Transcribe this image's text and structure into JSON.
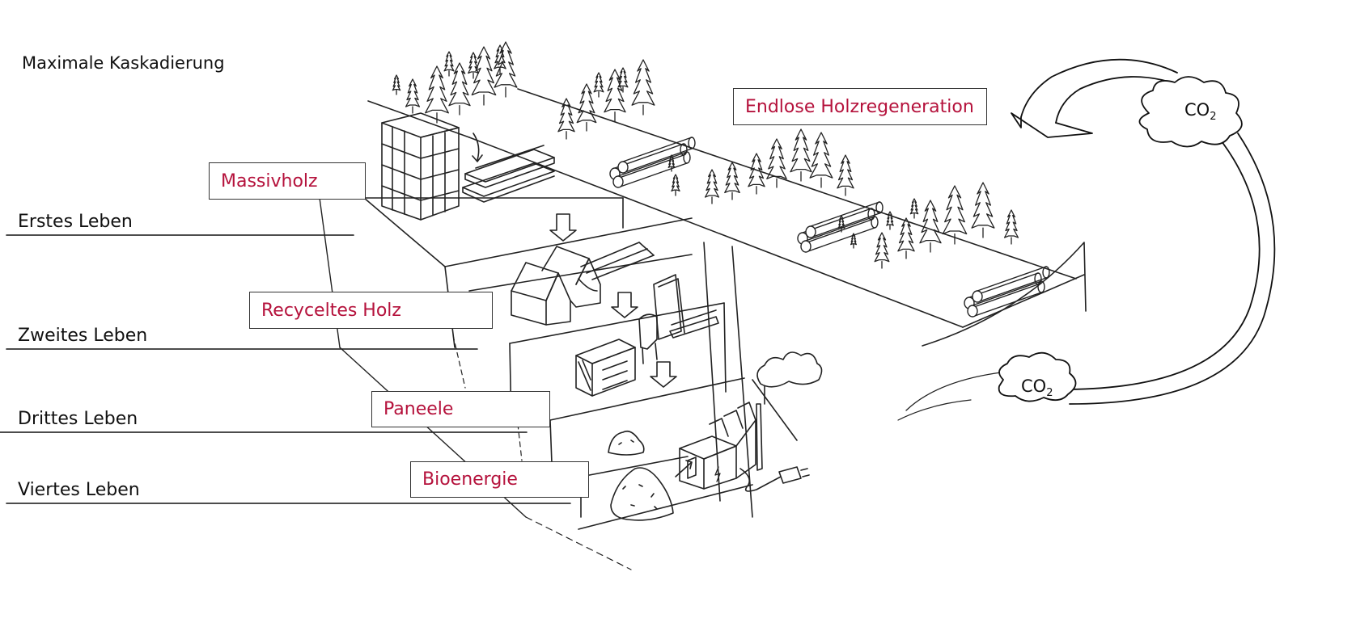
{
  "title": "Maximale Kaskadierung",
  "lives": {
    "first": "Erstes Leben",
    "second": "Zweites Leben",
    "third": "Drittes Leben",
    "fourth": "Viertes Leben"
  },
  "tags": {
    "regeneration": "Endlose Holzregeneration",
    "massivholz": "Massivholz",
    "recycled": "Recyceltes Holz",
    "panels": "Paneele",
    "bioenergy": "Bioenergie"
  },
  "co2": {
    "base": "CO",
    "sub": "2"
  },
  "colors": {
    "accent": "#b5123c",
    "line": "#222222"
  },
  "icons": [
    "tree-icon",
    "log-icon",
    "building-icon",
    "house-icon",
    "lumber-icon",
    "cabinet-icon",
    "chair-icon",
    "power-plant-icon",
    "plug-icon",
    "cloud-icon",
    "arrow-icon"
  ]
}
